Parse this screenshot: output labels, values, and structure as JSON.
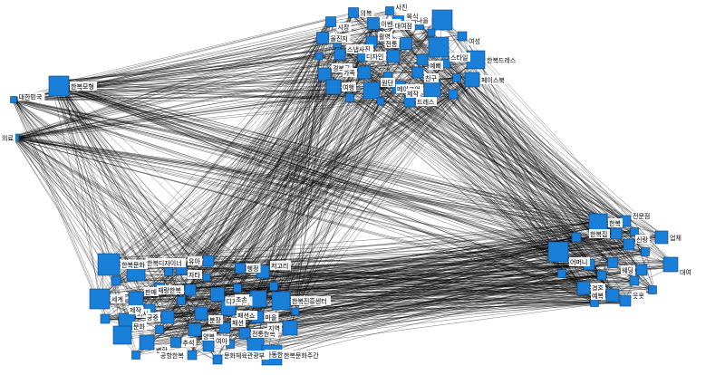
{
  "colors": {
    "node_fill": "#1a7fd8",
    "node_stroke": "#0b3f73",
    "edge": "#000000",
    "label_bg": "#ffffff",
    "label_text": "#000000",
    "background": "#ffffff"
  },
  "clusters": [
    {
      "id": "top",
      "labels": [
        "의복",
        "사진",
        "한옥마을",
        "시장",
        "이벤트",
        "복식",
        "대여점",
        "여성",
        "울진지",
        "활영",
        "전통",
        "스타일",
        "한복드레스",
        "스냅사진",
        "디자인",
        "예뻐",
        "페이스북",
        "경복궁",
        "가족",
        "친구",
        "여행",
        "원단",
        "메이크업",
        "제작",
        "드레스"
      ]
    },
    {
      "id": "left",
      "labels": [
        "한복모형",
        "대한민국",
        "의료"
      ]
    },
    {
      "id": "bottom-left",
      "labels": [
        "한복문화",
        "한복디자이너",
        "유아",
        "자타",
        "행정",
        "저고리",
        "재랑한복",
        "디자이너",
        "세계",
        "판매",
        "조손",
        "패션쇼",
        "한복진흥센터",
        "회사",
        "제작",
        "분장",
        "마을",
        "문화",
        "궁중",
        "양복",
        "전통한복",
        "패션",
        "지역",
        "변환",
        "추석",
        "여아",
        "공항한복",
        "아동한복",
        "한복문화주간",
        "문화체육관광부"
      ]
    },
    {
      "id": "right",
      "labels": [
        "한복",
        "전문점",
        "한복집",
        "어머니",
        "업체",
        "신랑",
        "웨딩",
        "대여",
        "결혼",
        "웃옷",
        "예복"
      ]
    }
  ]
}
